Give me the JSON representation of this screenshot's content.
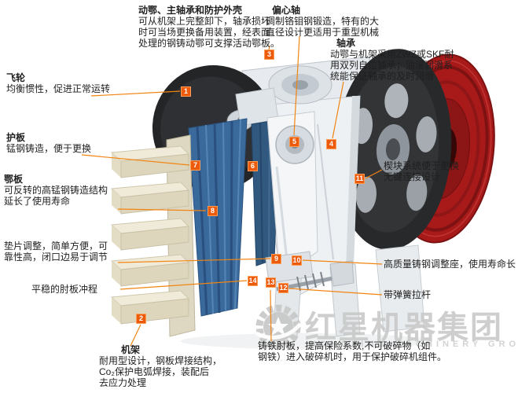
{
  "colors": {
    "accent_line": "#f28411",
    "marker_bg": "#ec5a0b",
    "jaw_blue": "#3a6a9c",
    "pulley_red": "#a81a1a",
    "flywheel_dark": "#28292b",
    "liner_cream": "#f0ead8",
    "watermark_gray": "#c9c9c9"
  },
  "markers": {
    "m1": "1",
    "m2": "2",
    "m3": "3",
    "m4": "4",
    "m5": "5",
    "m6": "6",
    "m7": "7",
    "m8": "8",
    "m9": "9",
    "m10": "10",
    "m11": "11",
    "m12": "12",
    "m13": "13",
    "m14": "14"
  },
  "labels": {
    "moving_jaw": {
      "title": "动鄂、主轴承和防护外壳",
      "l1": "可从机架上完整卸下，轴承损坏",
      "l2": "时可当场更换备用装置，经表面",
      "l3": "处理的钢铸动鄂可支撑活动鄂板。"
    },
    "eccentric_shaft": {
      "title": "偏心轴",
      "l1": "调制铬钼钢锻造，特有的大",
      "l2": "直径设计更适用于重型机械"
    },
    "bearing": {
      "title": "轴承",
      "l1": "动鄂与机架采用ZWZ或SKF耐",
      "l2": "用双列自位轴承；油浸润滑系",
      "l3": "统能保证轴承的及时润滑"
    },
    "flywheel": {
      "title": "飞轮",
      "l1": "均衡惯性，促进正常运转"
    },
    "guard_plate": {
      "title": "护板",
      "l1": "锰钢铸造，便于更换"
    },
    "jaw_plate": {
      "title": "鄂板",
      "l1": "可反转的高锰钢铸造结构",
      "l2": "延长了使用寿命"
    },
    "shim_adjust": {
      "l1": "垫片调整，简单方便，可",
      "l2": "靠性高，闭口边易于调节"
    },
    "toggle_stroke": {
      "l1": "平稳的肘板冲程"
    },
    "frame": {
      "title": "机架",
      "l1": "耐用型设计，钢板焊接结构，",
      "l2": "Co₂保护电弧焊接，装配后",
      "l3": "去应力处理"
    },
    "wedge_system": {
      "l1": "楔块系统便于更换",
      "l2": "无键连接设计"
    },
    "adjust_seat": {
      "l1": "高质量铸钢调整座，使用寿命长"
    },
    "spring_rod": {
      "l1": "带弹簧拉杆"
    },
    "toggle_plate": {
      "l1": "铸铁肘板，提高保险系数,不可破碎物（如",
      "l2": "钢铁）进入破碎机时，用于保护破碎机组件。"
    }
  },
  "watermark": {
    "brand": "红星机器集团",
    "brand_en": "HONGXING MACHINERY GROUP"
  }
}
